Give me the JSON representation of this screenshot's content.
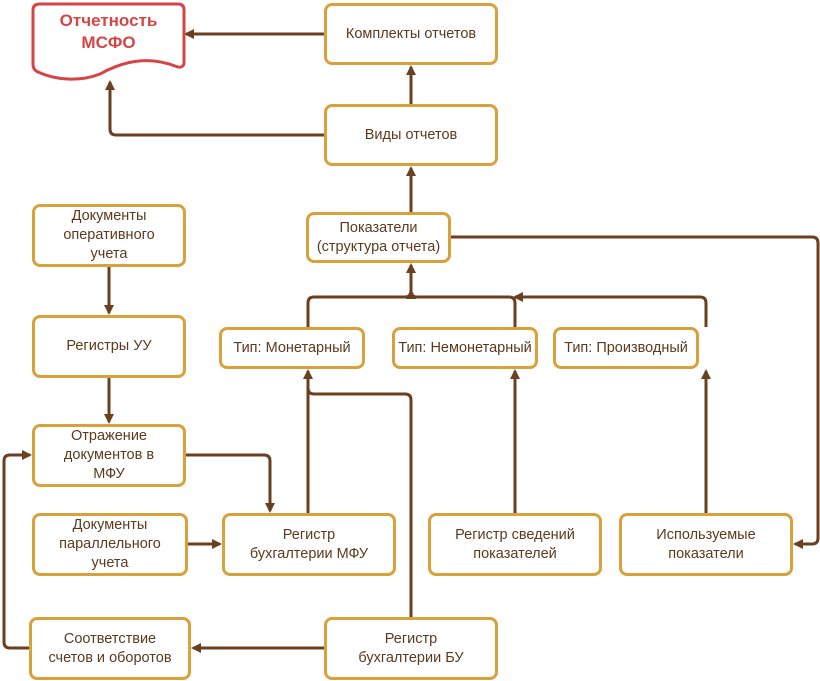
{
  "diagram": {
    "colors": {
      "node_border": "#d9a13b",
      "node_text": "#5b3a1e",
      "edge": "#6b4020",
      "output_border": "#d64545",
      "output_text": "#d64545"
    },
    "nodes": {
      "ifrs_reporting": "Отчетность\nМСФО",
      "report_sets": "Комплекты отчетов",
      "report_types": "Виды отчетов",
      "indicators": "Показатели\n(структура отчета)",
      "type_monetary": "Тип: Монетарный",
      "type_nonmonetary": "Тип: Немонетарный",
      "type_derived": "Тип: Производный",
      "operational_docs": "Документы\nоперативного\nучета",
      "mgmt_registers": "Регистры УУ",
      "mfu_reflection": "Отражение\nдокументов в\nМФУ",
      "parallel_docs": "Документы\nпараллельного\nучета",
      "mfu_ledger": "Регистр\nбухгалтерии МФУ",
      "indicator_info_register": "Регистр сведений\nпоказателей",
      "used_indicators": "Используемые\nпоказатели",
      "account_mapping": "Соответствие\nсчетов и оборотов",
      "bu_ledger": "Регистр\nбухгалтерии БУ"
    },
    "edges": [
      {
        "from": "report_sets",
        "to": "ifrs_reporting"
      },
      {
        "from": "report_types",
        "to": "ifrs_reporting"
      },
      {
        "from": "report_types",
        "to": "report_sets"
      },
      {
        "from": "indicators",
        "to": "report_types"
      },
      {
        "from": "type_monetary",
        "to": "indicators"
      },
      {
        "from": "type_nonmonetary",
        "to": "indicators"
      },
      {
        "from": "type_derived",
        "to": "indicators"
      },
      {
        "from": "indicators",
        "to": "used_indicators"
      },
      {
        "from": "operational_docs",
        "to": "mgmt_registers"
      },
      {
        "from": "mgmt_registers",
        "to": "mfu_reflection"
      },
      {
        "from": "mfu_reflection",
        "to": "mfu_ledger"
      },
      {
        "from": "parallel_docs",
        "to": "mfu_ledger"
      },
      {
        "from": "mfu_ledger",
        "to": "type_monetary"
      },
      {
        "from": "bu_ledger",
        "to": "type_monetary"
      },
      {
        "from": "indicator_info_register",
        "to": "type_nonmonetary"
      },
      {
        "from": "used_indicators",
        "to": "type_derived"
      },
      {
        "from": "bu_ledger",
        "to": "account_mapping"
      },
      {
        "from": "account_mapping",
        "to": "mfu_reflection"
      }
    ]
  }
}
